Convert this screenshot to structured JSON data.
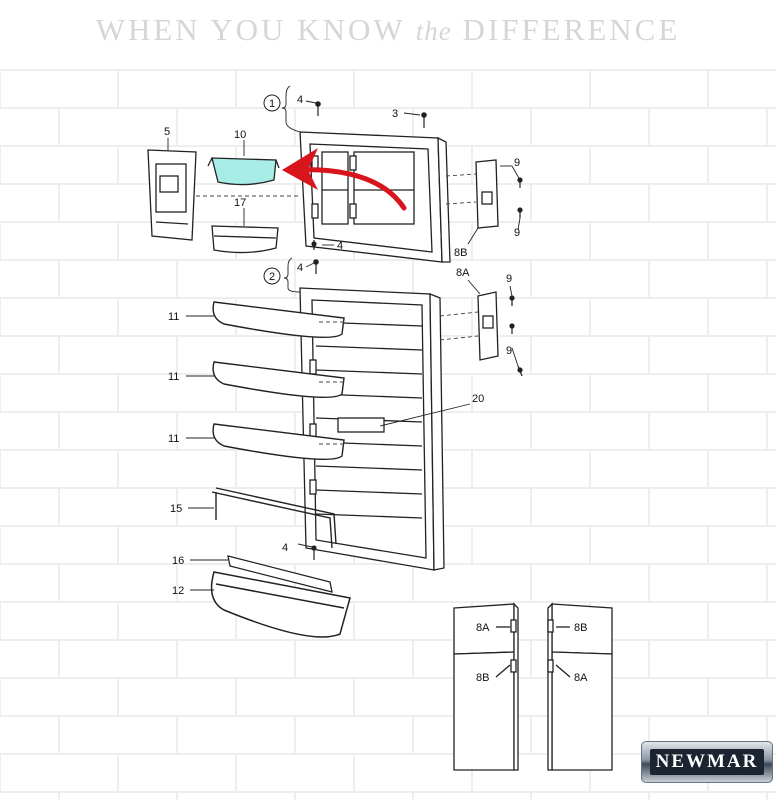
{
  "headline": {
    "part1": "WHEN YOU KNOW ",
    "part2": "the",
    "part3": " DIFFERENCE"
  },
  "logo": {
    "text": "NEWMAR"
  },
  "callouts": {
    "circle1": "1",
    "circle2": "2",
    "part4": "4",
    "part3": "3",
    "part5": "5",
    "part10": "10",
    "part17": "17",
    "part9": "9",
    "part8A": "8A",
    "part8B": "8B",
    "part11": "11",
    "part20": "20",
    "part15": "15",
    "part16": "16",
    "part12": "12"
  },
  "colors": {
    "highlight_bin": "#a8ece8",
    "arrow": "#d8141c",
    "brick_line": "#eeeeee",
    "line_art": "#222222"
  }
}
